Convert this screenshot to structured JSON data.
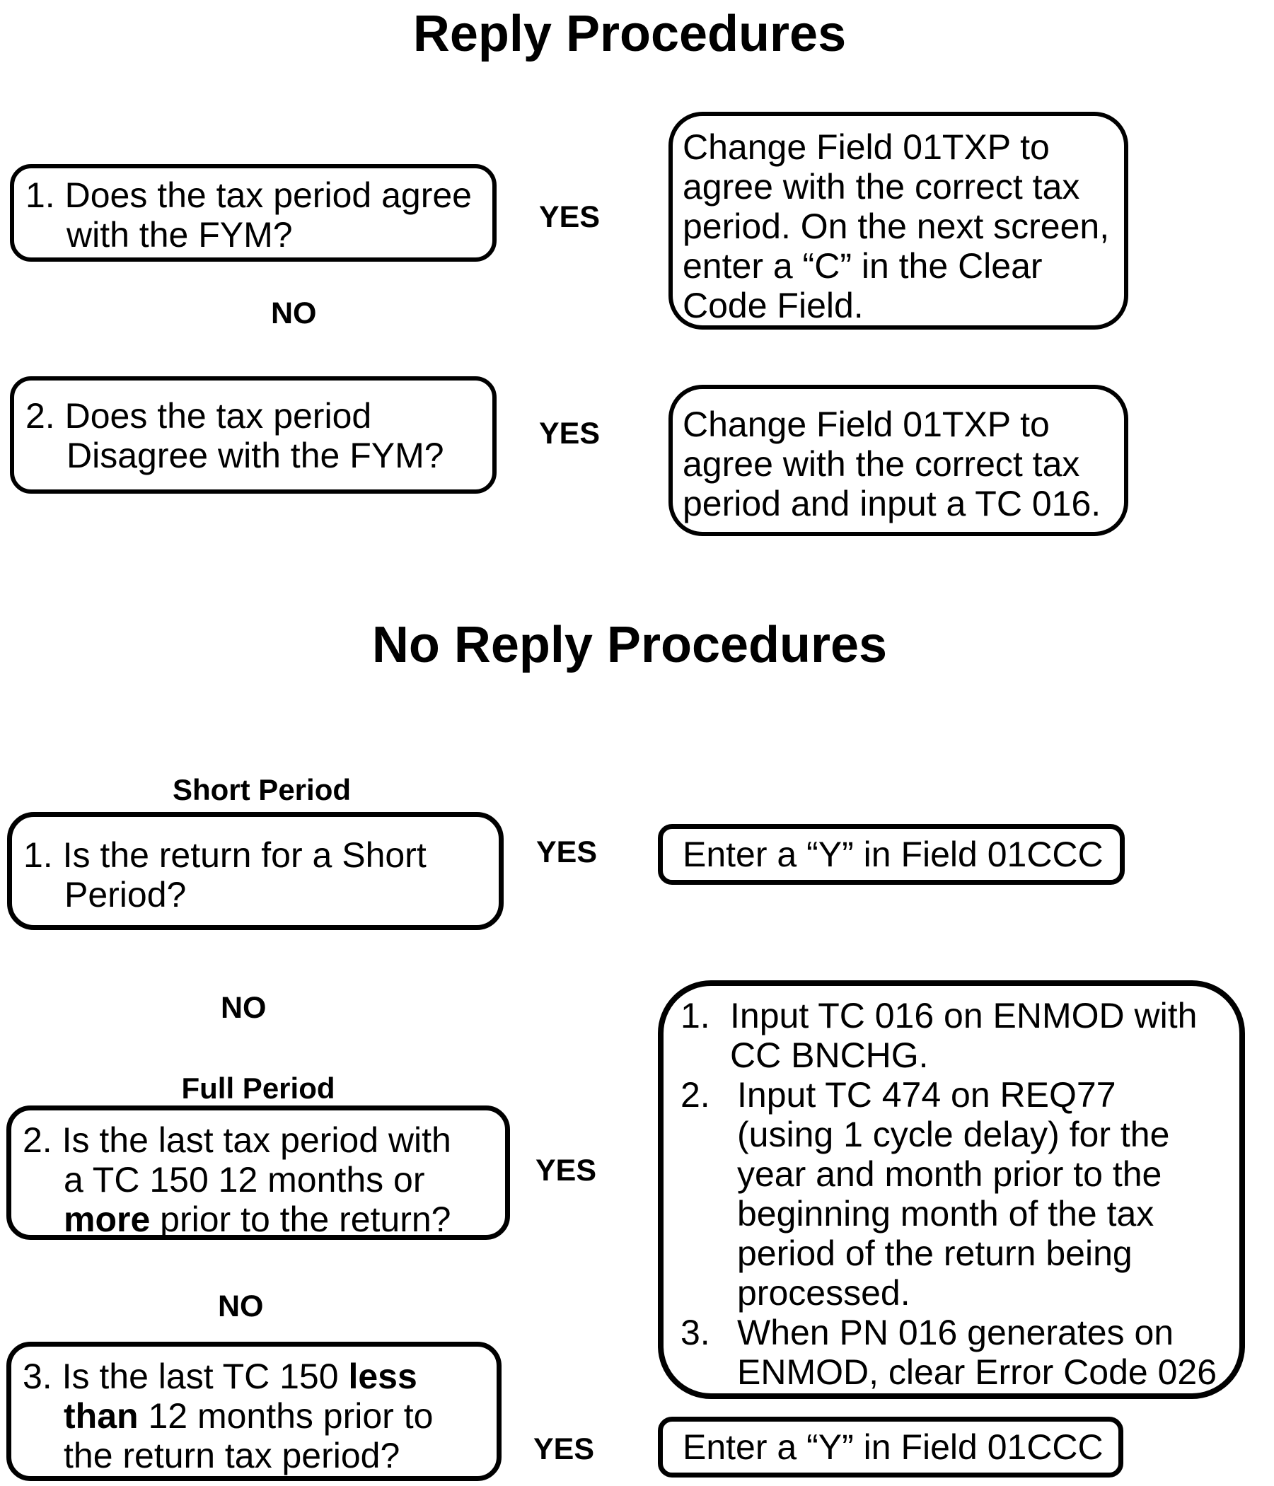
{
  "colors": {
    "ink": "#000000",
    "paper": "#ffffff"
  },
  "reply": {
    "title": "Reply Procedures",
    "q1": {
      "lines": [
        "1. Does the tax period agree",
        "with the FYM?"
      ]
    },
    "q1_yes": "YES",
    "q1_no": "NO",
    "a1": {
      "lines": [
        "Change Field 01TXP to",
        "agree with the correct tax",
        "period. On the next screen,",
        "enter a “C” in the Clear",
        "Code Field."
      ]
    },
    "q2": {
      "lines": [
        "2. Does the tax period",
        "Disagree with the FYM?"
      ]
    },
    "q2_yes": "YES",
    "a2": {
      "lines": [
        "Change Field 01TXP to",
        "agree with the correct tax",
        "period and input a TC 016."
      ]
    }
  },
  "no_reply": {
    "title": "No Reply Procedures",
    "short_period_heading": "Short Period",
    "q1": {
      "lines": [
        "1. Is the return for a Short",
        "Period?"
      ]
    },
    "q1_yes": "YES",
    "q1_no": "NO",
    "a1_text": "Enter a “Y” in Field 01CCC",
    "big_answer": {
      "item1_num": "1.",
      "item1_lines": [
        "Input TC 016 on ENMOD with",
        "CC BNCHG."
      ],
      "item2_num": "2.",
      "item2_lines": [
        "Input TC 474 on REQ77",
        "(using 1 cycle delay) for the",
        "year and month prior to the",
        "beginning month of the tax",
        "period of the return being",
        "processed."
      ],
      "item3_num": "3.",
      "item3_lines": [
        "When PN 016 generates on",
        "ENMOD, clear Error Code 026"
      ]
    },
    "full_period_heading": "Full Period",
    "q2": {
      "line1": "2. Is the last tax period with",
      "line2": "a TC 150 12 months or",
      "line3_bold": "more",
      "line3_rest": " prior to the return?"
    },
    "q2_yes": "YES",
    "q2_no": "NO",
    "q3": {
      "line1_pre": "3. Is the last TC 150 ",
      "line1_bold": "less",
      "line2_bold": "than",
      "line2_rest": " 12 months prior to",
      "line3": "the return tax period?"
    },
    "q3_yes": "YES",
    "a3_text": "Enter a “Y” in Field 01CCC"
  }
}
